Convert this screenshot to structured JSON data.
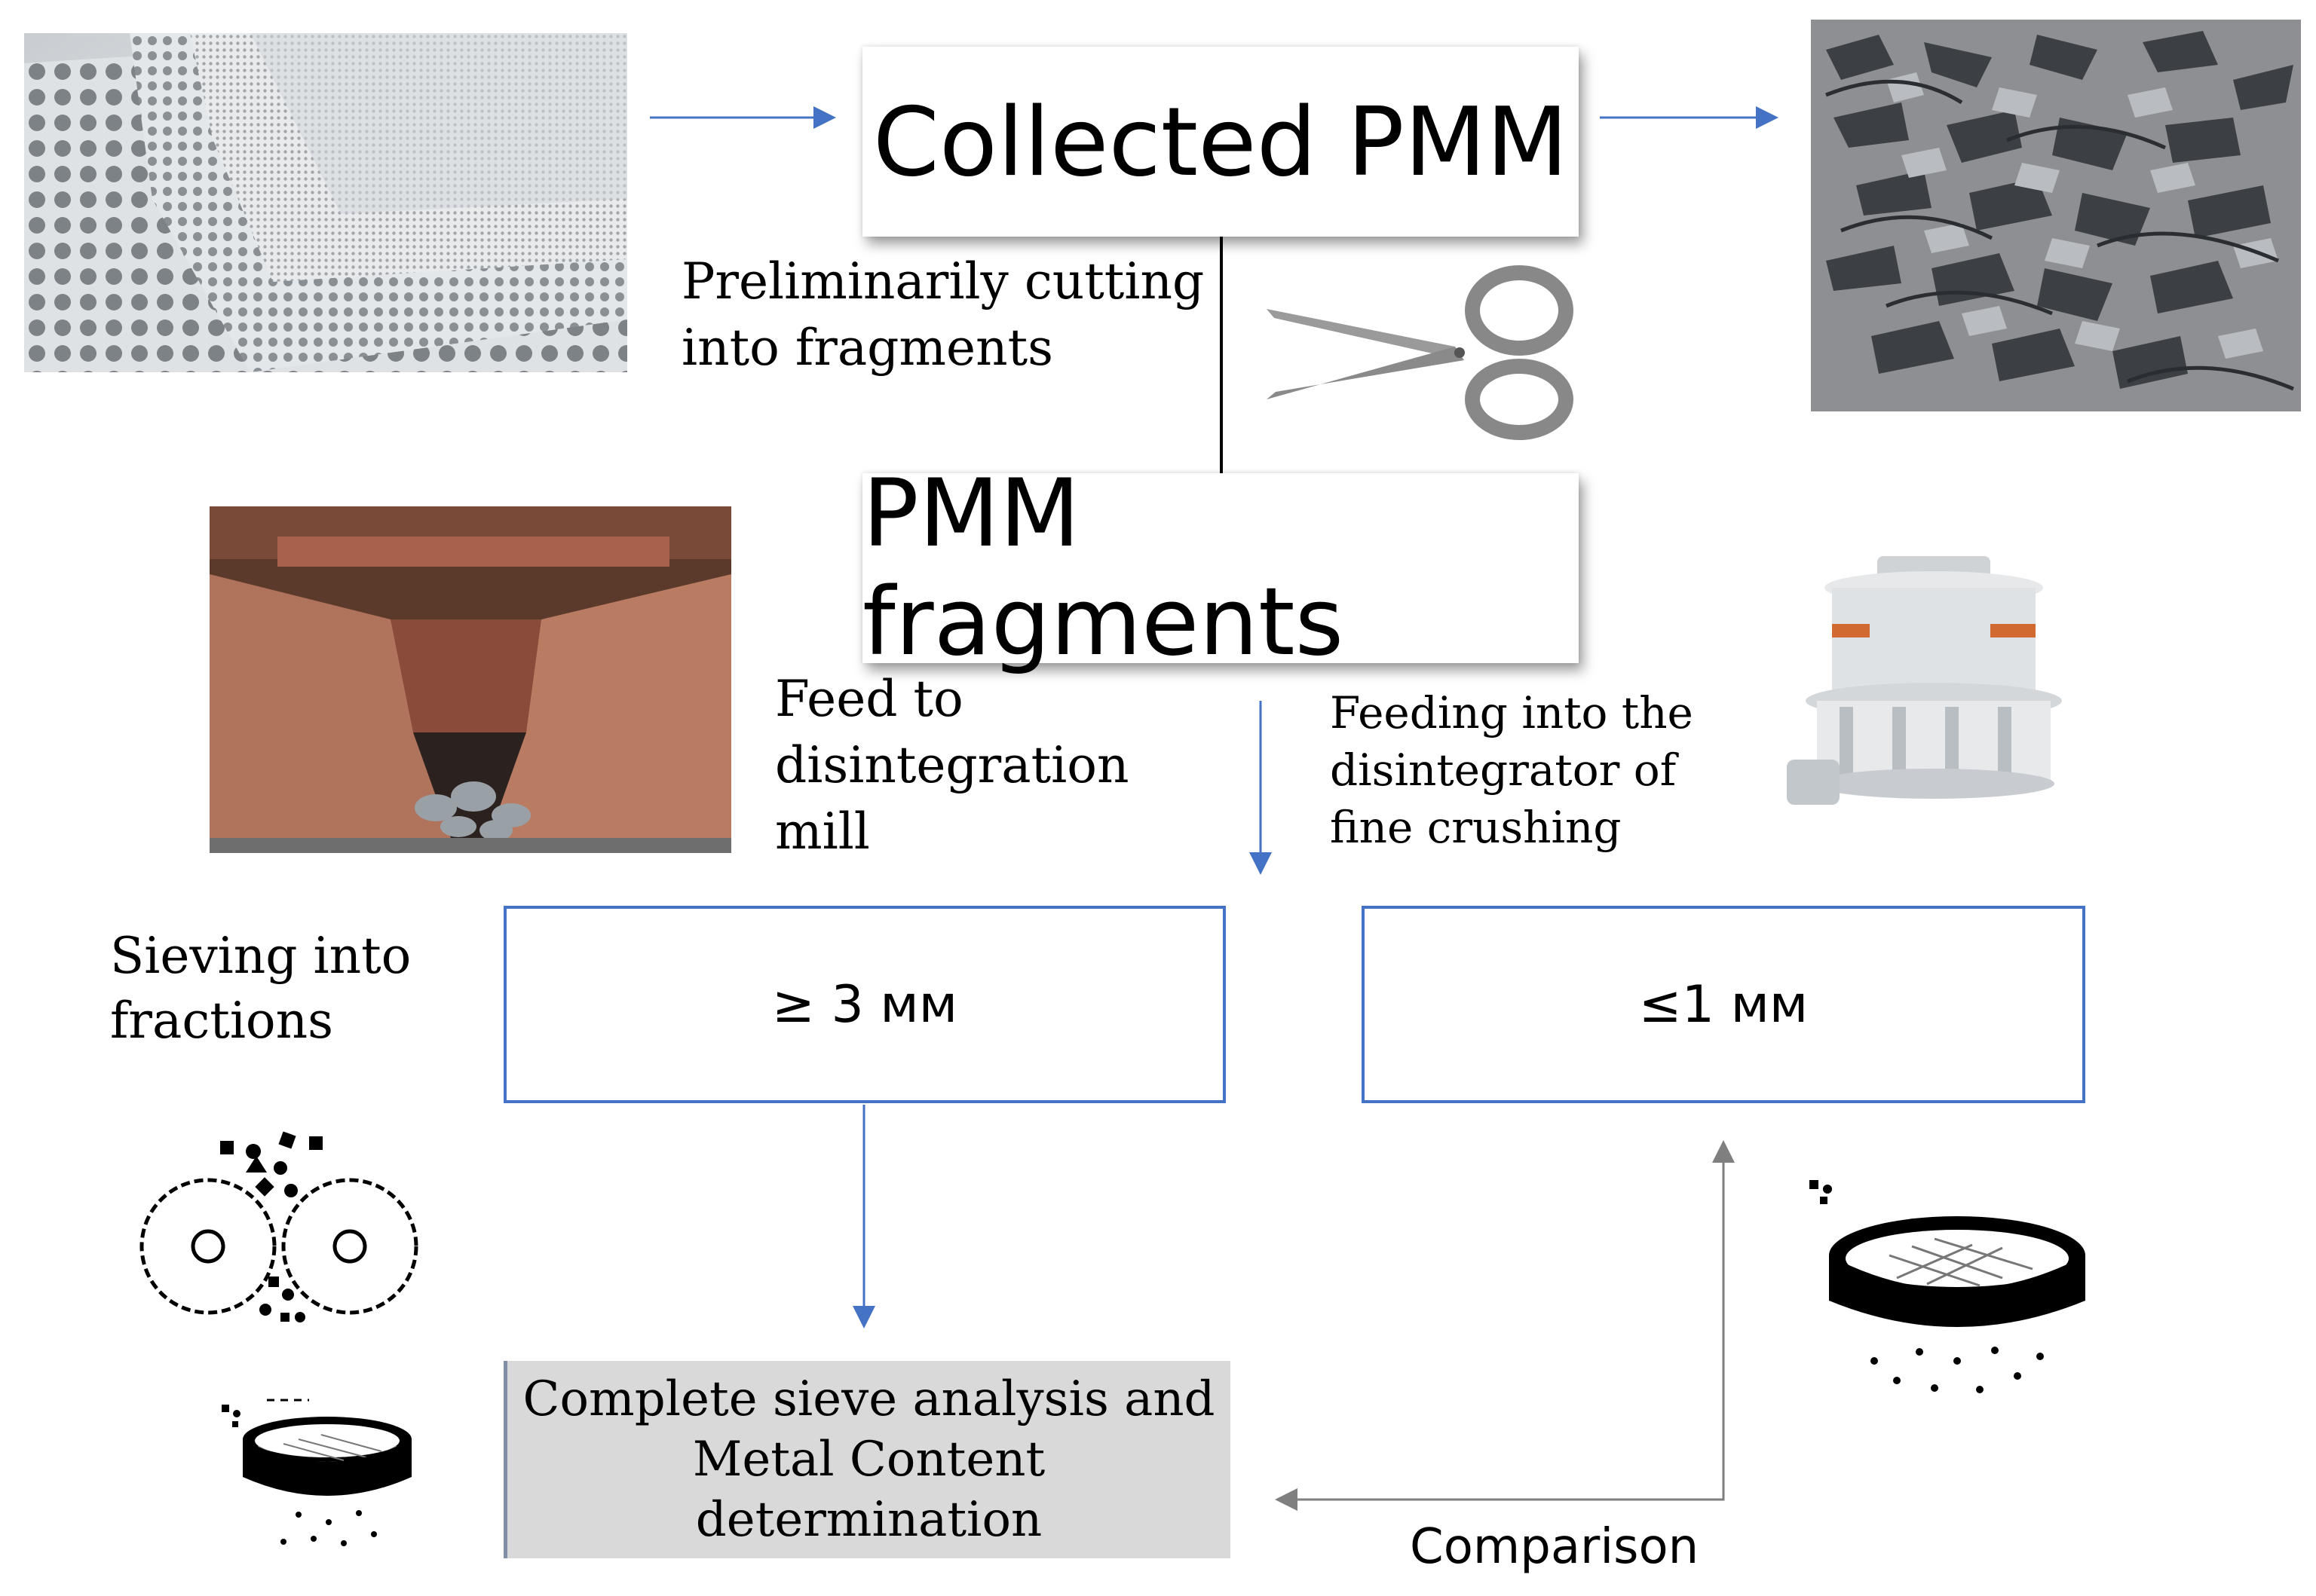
{
  "nodes": {
    "collected": "Collected PMM",
    "fragments": "PMM fragments",
    "coarse": "≥ 3 мм",
    "fine": "≤1 мм",
    "analysis_line1": "Complete sieve analysis and",
    "analysis_line2": "Metal Content",
    "analysis_line3": "determination"
  },
  "labels": {
    "cutting": "Preliminarily cutting\ninto fragments",
    "feed_mill": "Feed to\ndisintegration\nmill",
    "feed_fine": "Feeding into the\ndisintegrator of\nfine crushing",
    "sieving": "Sieving into\nfractions",
    "comparison": "Comparison"
  },
  "images": {
    "perforated_sheets": "perforated-metal-sheets-photo",
    "scrap_pile": "metal-scrap-fragments-photo",
    "mill_hopper": "disintegration-mill-hopper-photo",
    "cone_crusher": "cone-crusher-machine",
    "rollers": "crushing-rollers-icon",
    "sieve_small": "sieve-icon",
    "sieve_large": "sieve-icon"
  },
  "colors": {
    "arrow": "#4472c4",
    "connector": "#000000",
    "analysis_fill": "#d9d9d9"
  }
}
